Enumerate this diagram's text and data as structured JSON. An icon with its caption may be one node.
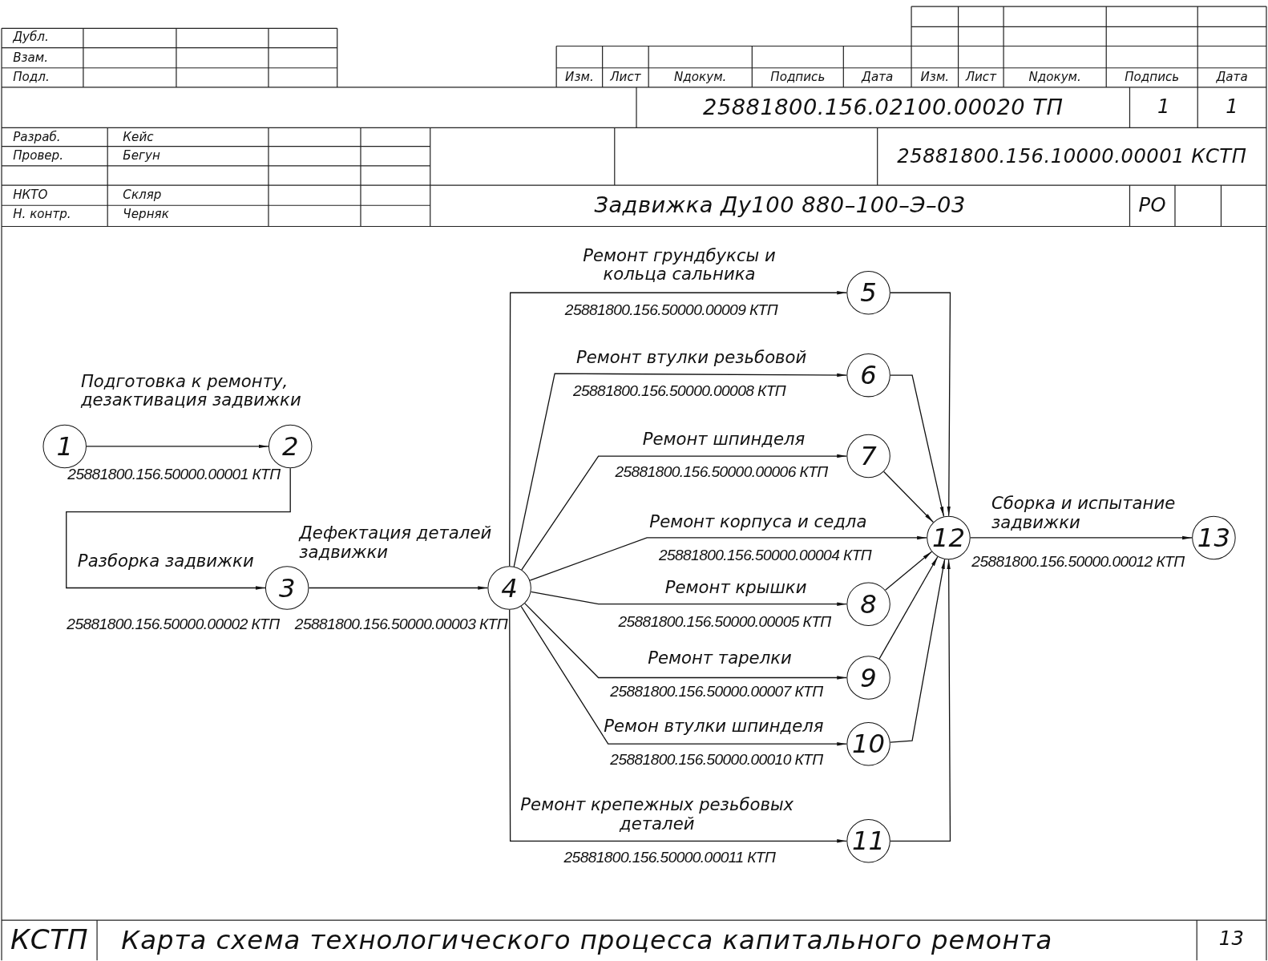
{
  "diagram": {
    "title": "Карта схема технологического процесса капитального ремонта",
    "nodes": [
      {
        "text": [
          "1"
        ]
      },
      {
        "text": [
          "2"
        ]
      },
      {
        "text": [
          "3"
        ]
      },
      {
        "text": [
          "4"
        ]
      },
      {
        "text": [
          "5"
        ]
      },
      {
        "text": [
          "6"
        ]
      },
      {
        "text": [
          "7"
        ]
      },
      {
        "text": [
          "12"
        ]
      },
      {
        "text": [
          "8"
        ]
      },
      {
        "text": [
          "9"
        ]
      },
      {
        "text": [
          "10"
        ]
      },
      {
        "text": [
          "11"
        ]
      },
      {
        "text": [
          "13"
        ]
      }
    ],
    "edges": [
      {
        "from": 0,
        "to": 1,
        "arrow": "to",
        "label": "Подготовка к ремонту, дезактивация задвижки"
      },
      {
        "from": 1,
        "to": 2,
        "arrow": "to",
        "label": "Разборка задвижки"
      },
      {
        "from": 2,
        "to": 3,
        "arrow": "to",
        "label": "Дефектация деталей задвижки"
      },
      {
        "from": 3,
        "to": 4,
        "arrow": "to",
        "label": "Ремонт грундбуксы и кольца сальника"
      },
      {
        "from": 3,
        "to": 5,
        "arrow": "to",
        "label": "Ремонт втулки резьбовой"
      },
      {
        "from": 3,
        "to": 6,
        "arrow": "to",
        "label": "Ремонт шпинделя"
      },
      {
        "from": 3,
        "to": 7,
        "arrow": "to",
        "label": "Ремонт корпуса и седла"
      },
      {
        "from": 3,
        "to": 8,
        "arrow": "to",
        "label": "Ремонт крышки"
      },
      {
        "from": 3,
        "to": 9,
        "arrow": "to",
        "label": "Ремонт тарелки"
      },
      {
        "from": 3,
        "to": 10,
        "arrow": "to",
        "label": "Ремон втулки шпинделя"
      },
      {
        "from": 3,
        "to": 11,
        "arrow": "to",
        "label": "Ремонт крепежных резьбовых деталей"
      },
      {
        "from": 4,
        "to": 7,
        "arrow": "to"
      },
      {
        "from": 5,
        "to": 7,
        "arrow": "to"
      },
      {
        "from": 6,
        "to": 7,
        "arrow": "to"
      },
      {
        "from": 8,
        "to": 7,
        "arrow": "to"
      },
      {
        "from": 9,
        "to": 7,
        "arrow": "to"
      },
      {
        "from": 10,
        "to": 7,
        "arrow": "to"
      },
      {
        "from": 11,
        "to": 7,
        "arrow": "to"
      },
      {
        "from": 7,
        "to": 12,
        "arrow": "to",
        "label": "Сборка и испытание задвижки"
      }
    ],
    "labels": [
      "Дубл.",
      "Взам.",
      "Подл.",
      "Изм.",
      "Лист",
      "Nдокум.",
      "Подпись",
      "Дата",
      "Изм.",
      "Лист",
      "Nдокум.",
      "Подпись",
      "Дата",
      "25881800.156.02100.00020 ТП",
      "1",
      "1",
      "Разраб.",
      "Кейс",
      "Провер.",
      "Бегун",
      "25881800.156.10000.00001 КСТП",
      "НКТО",
      "Скляр",
      "Н. контр.",
      "Черняк",
      "Задвижка Ду100 880–100–Э–03",
      "РО",
      "25881800.156.50000.00001 КТП",
      "25881800.156.50000.00002 КТП",
      "25881800.156.50000.00003 КТП",
      "25881800.156.50000.00009 КТП",
      "25881800.156.50000.00008 КТП",
      "25881800.156.50000.00006 КТП",
      "25881800.156.50000.00004 КТП",
      "25881800.156.50000.00005 КТП",
      "25881800.156.50000.00007 КТП",
      "25881800.156.50000.00010 КТП",
      "25881800.156.50000.00011 КТП",
      "25881800.156.50000.00012 КТП",
      "КСТП",
      "13"
    ]
  }
}
